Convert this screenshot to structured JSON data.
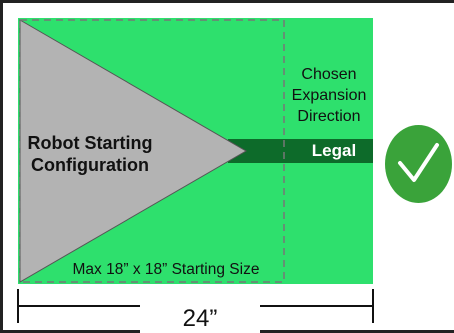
{
  "labels": {
    "expansion_direction": "Chosen Expansion Direction",
    "legal": "Legal",
    "robot_config": "Robot Starting Configuration",
    "max_size": "Max 18” x 18” Starting Size",
    "width_dimension": "24”"
  },
  "colors": {
    "field_green": "#2ee06d",
    "legal_band": "#0d6b2a",
    "robot_gray": "#b3b3b3",
    "check_green": "#3aa33a"
  },
  "icons": {
    "status": "checkmark-icon"
  }
}
